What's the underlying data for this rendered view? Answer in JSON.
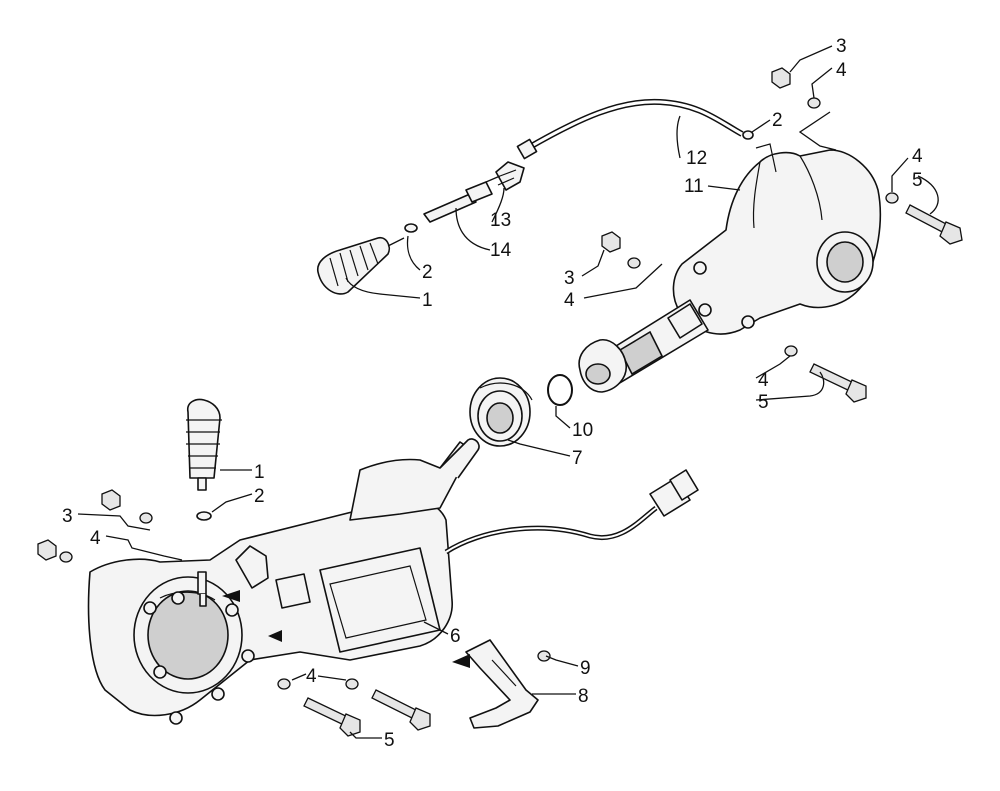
{
  "callouts": [
    {
      "id": "c-3-top",
      "text": "3"
    },
    {
      "id": "c-4-top",
      "text": "4"
    },
    {
      "id": "c-2-top",
      "text": "2"
    },
    {
      "id": "c-12",
      "text": "12"
    },
    {
      "id": "c-4-right",
      "text": "4"
    },
    {
      "id": "c-5-right",
      "text": "5"
    },
    {
      "id": "c-11",
      "text": "11"
    },
    {
      "id": "c-13",
      "text": "13"
    },
    {
      "id": "c-14",
      "text": "14"
    },
    {
      "id": "c-2-mid",
      "text": "2"
    },
    {
      "id": "c-1-top",
      "text": "1"
    },
    {
      "id": "c-3-mid",
      "text": "3"
    },
    {
      "id": "c-4-mid",
      "text": "4"
    },
    {
      "id": "c-4-lower",
      "text": "4"
    },
    {
      "id": "c-5-lower",
      "text": "5"
    },
    {
      "id": "c-10",
      "text": "10"
    },
    {
      "id": "c-7",
      "text": "7"
    },
    {
      "id": "c-1-left",
      "text": "1"
    },
    {
      "id": "c-2-left",
      "text": "2"
    },
    {
      "id": "c-3-left",
      "text": "3"
    },
    {
      "id": "c-4-left",
      "text": "4"
    },
    {
      "id": "c-6",
      "text": "6"
    },
    {
      "id": "c-4-bottom",
      "text": "4"
    },
    {
      "id": "c-9",
      "text": "9"
    },
    {
      "id": "c-8",
      "text": "8"
    },
    {
      "id": "c-5-bottom",
      "text": "5"
    }
  ]
}
